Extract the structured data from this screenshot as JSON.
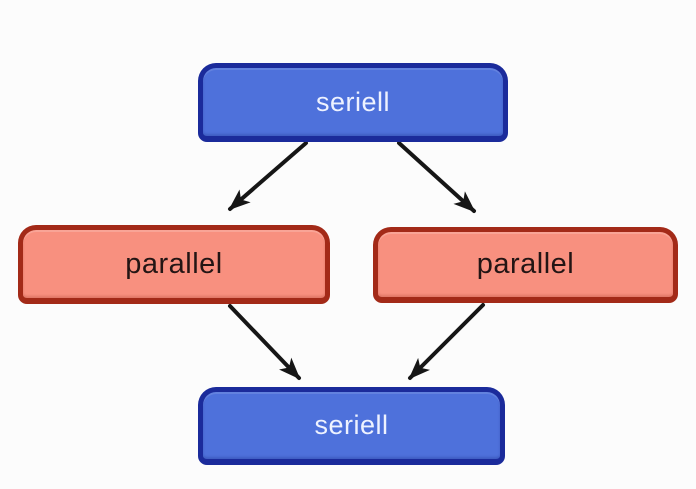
{
  "diagram": {
    "background_color": "#fcfcfc",
    "arrow_color": "#161616",
    "nodes": [
      {
        "id": "seriell-top",
        "label": "seriell",
        "fill_color": "#4e71db",
        "border_color": "#1b2b9b",
        "text_color": "#eef2ff"
      },
      {
        "id": "parallel-left",
        "label": "parallel",
        "fill_color": "#f8907f",
        "border_color": "#a32a18",
        "text_color": "#231514"
      },
      {
        "id": "parallel-right",
        "label": "parallel",
        "fill_color": "#f8907f",
        "border_color": "#a32a18",
        "text_color": "#231514"
      },
      {
        "id": "seriell-bottom",
        "label": "seriell",
        "fill_color": "#4e71db",
        "border_color": "#1b2b9b",
        "text_color": "#eef2ff"
      }
    ],
    "edges": [
      {
        "from": "seriell-top",
        "to": "parallel-left"
      },
      {
        "from": "seriell-top",
        "to": "parallel-right"
      },
      {
        "from": "parallel-left",
        "to": "seriell-bottom"
      },
      {
        "from": "parallel-right",
        "to": "seriell-bottom"
      }
    ]
  }
}
